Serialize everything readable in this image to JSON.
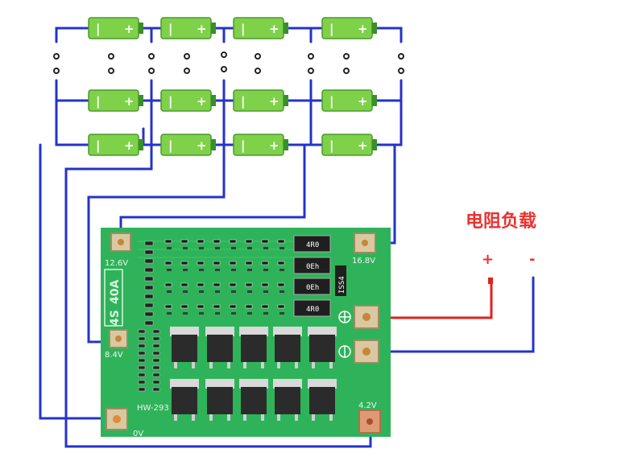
{
  "load": {
    "title": "电阻负载",
    "plus": "+",
    "minus": "-"
  },
  "battery_signs": {
    "negative": "|",
    "positive": "+"
  },
  "board": {
    "spec_series": "4S",
    "spec_current": "40A",
    "model": "HW-293",
    "labels": {
      "v126": "12.6V",
      "v168": "16.8V",
      "v84": "8.4V",
      "v42": "4.2V",
      "v0": "0V"
    },
    "resistors": [
      "4R0",
      "0Eh",
      "0Eh",
      "4R0"
    ],
    "diode": "ISS4"
  },
  "colors": {
    "wire": "#2433c8",
    "load_positive_wire": "#e2211c",
    "pcb": "#2fb35a",
    "battery_body": "#7fd14a",
    "battery_end": "#3a8f2a",
    "mosfet": "#2b2b2b"
  }
}
